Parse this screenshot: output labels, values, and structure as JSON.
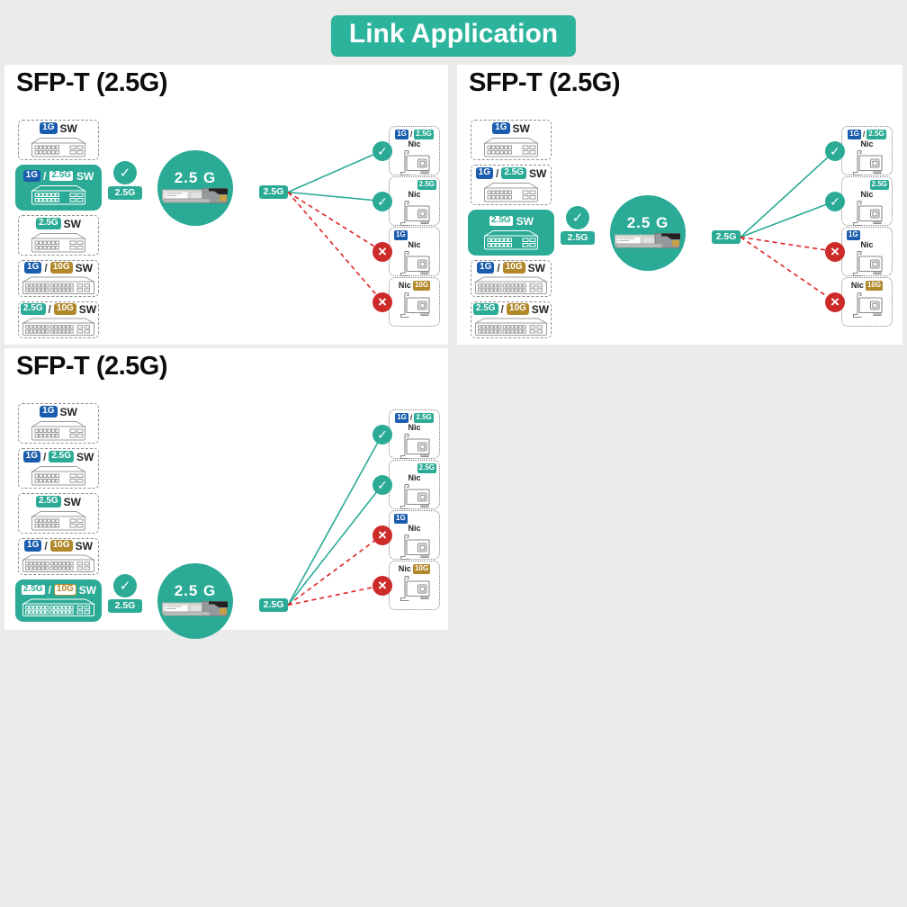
{
  "banner": {
    "label": "Link Application"
  },
  "labels": {
    "separator": "/",
    "check_glyph": "✓",
    "cross_glyph": "×"
  },
  "colors": {
    "teal": "#2bab96",
    "banner_bg": "#2bb39c",
    "blue": "#1a5dad",
    "gold": "#b1882a",
    "red_fail": "#cd2a2a",
    "line_ok": "#2bab96",
    "line_fail": "#e02424",
    "background": "#ebebeb",
    "panel": "#ffffff"
  },
  "panels": [
    {
      "title": "SFP-T (2.5G)",
      "selected_switch": 1,
      "module": {
        "circle_label": "2.5 G",
        "check_label": "2.5G",
        "link_label": "2.5G"
      },
      "switches": [
        {
          "badges": [
            {
              "label": "1G",
              "color": "blue"
            }
          ],
          "suffix": "SW",
          "icon": "switch-small"
        },
        {
          "badges": [
            {
              "label": "1G",
              "color": "blue"
            },
            {
              "label": "2.5G",
              "color": "teal"
            }
          ],
          "suffix": "SW",
          "icon": "switch-small"
        },
        {
          "badges": [
            {
              "label": "2.5G",
              "color": "teal"
            }
          ],
          "suffix": "SW",
          "icon": "switch-small"
        },
        {
          "badges": [
            {
              "label": "1G",
              "color": "blue"
            },
            {
              "label": "10G",
              "color": "gold"
            }
          ],
          "suffix": "SW",
          "icon": "switch-wide"
        },
        {
          "badges": [
            {
              "label": "2.5G",
              "color": "teal"
            },
            {
              "label": "10G",
              "color": "gold"
            }
          ],
          "suffix": "SW",
          "icon": "switch-wide"
        }
      ],
      "nics": [
        {
          "name": "Nic",
          "badges": [
            {
              "label": "1G",
              "color": "blue"
            },
            {
              "label": "2.5G",
              "color": "teal"
            }
          ],
          "header": "badges-center",
          "result": "ok"
        },
        {
          "name": "Nic",
          "badges": [
            {
              "label": "2.5G",
              "color": "teal"
            }
          ],
          "header": "badge-right",
          "result": "ok"
        },
        {
          "name": "Nic",
          "badges": [
            {
              "label": "1G",
              "color": "blue"
            }
          ],
          "header": "badge-left",
          "result": "fail"
        },
        {
          "name": "Nic",
          "badges": [
            {
              "label": "10G",
              "color": "gold"
            }
          ],
          "header": "name-badge-row",
          "result": "fail"
        }
      ]
    },
    {
      "title": "SFP-T (2.5G)",
      "selected_switch": 2,
      "module": {
        "circle_label": "2.5 G",
        "check_label": "2.5G",
        "link_label": "2.5G"
      },
      "switches": [
        {
          "badges": [
            {
              "label": "1G",
              "color": "blue"
            }
          ],
          "suffix": "SW",
          "icon": "switch-small"
        },
        {
          "badges": [
            {
              "label": "1G",
              "color": "blue"
            },
            {
              "label": "2.5G",
              "color": "teal"
            }
          ],
          "suffix": "SW",
          "icon": "switch-small"
        },
        {
          "badges": [
            {
              "label": "2.5G",
              "color": "teal"
            }
          ],
          "suffix": "SW",
          "icon": "switch-small"
        },
        {
          "badges": [
            {
              "label": "1G",
              "color": "blue"
            },
            {
              "label": "10G",
              "color": "gold"
            }
          ],
          "suffix": "SW",
          "icon": "switch-wide"
        },
        {
          "badges": [
            {
              "label": "2.5G",
              "color": "teal"
            },
            {
              "label": "10G",
              "color": "gold"
            }
          ],
          "suffix": "SW",
          "icon": "switch-wide"
        }
      ],
      "nics": [
        {
          "name": "Nic",
          "badges": [
            {
              "label": "1G",
              "color": "blue"
            },
            {
              "label": "2.5G",
              "color": "teal"
            }
          ],
          "header": "badges-center",
          "result": "ok"
        },
        {
          "name": "Nic",
          "badges": [
            {
              "label": "2.5G",
              "color": "teal"
            }
          ],
          "header": "badge-right",
          "result": "ok"
        },
        {
          "name": "Nic",
          "badges": [
            {
              "label": "1G",
              "color": "blue"
            }
          ],
          "header": "badge-left",
          "result": "fail"
        },
        {
          "name": "Nic",
          "badges": [
            {
              "label": "10G",
              "color": "gold"
            }
          ],
          "header": "name-badge-row",
          "result": "fail"
        }
      ]
    },
    {
      "title": "SFP-T (2.5G)",
      "selected_switch": 4,
      "module": {
        "circle_label": "2.5 G",
        "check_label": "2.5G",
        "link_label": "2.5G"
      },
      "switches": [
        {
          "badges": [
            {
              "label": "1G",
              "color": "blue"
            }
          ],
          "suffix": "SW",
          "icon": "switch-small"
        },
        {
          "badges": [
            {
              "label": "1G",
              "color": "blue"
            },
            {
              "label": "2.5G",
              "color": "teal"
            }
          ],
          "suffix": "SW",
          "icon": "switch-small"
        },
        {
          "badges": [
            {
              "label": "2.5G",
              "color": "teal"
            }
          ],
          "suffix": "SW",
          "icon": "switch-small"
        },
        {
          "badges": [
            {
              "label": "1G",
              "color": "blue"
            },
            {
              "label": "10G",
              "color": "gold"
            }
          ],
          "suffix": "SW",
          "icon": "switch-wide"
        },
        {
          "badges": [
            {
              "label": "2.5G",
              "color": "teal"
            },
            {
              "label": "10G",
              "color": "gold"
            }
          ],
          "suffix": "SW",
          "icon": "switch-wide"
        }
      ],
      "nics": [
        {
          "name": "Nic",
          "badges": [
            {
              "label": "1G",
              "color": "blue"
            },
            {
              "label": "2.5G",
              "color": "teal"
            }
          ],
          "header": "badges-center",
          "result": "ok"
        },
        {
          "name": "Nic",
          "badges": [
            {
              "label": "2.5G",
              "color": "teal"
            }
          ],
          "header": "badge-right",
          "result": "ok"
        },
        {
          "name": "Nic",
          "badges": [
            {
              "label": "1G",
              "color": "blue"
            }
          ],
          "header": "badge-left",
          "result": "fail"
        },
        {
          "name": "Nic",
          "badges": [
            {
              "label": "10G",
              "color": "gold"
            }
          ],
          "header": "name-badge-row",
          "result": "fail"
        }
      ]
    }
  ]
}
